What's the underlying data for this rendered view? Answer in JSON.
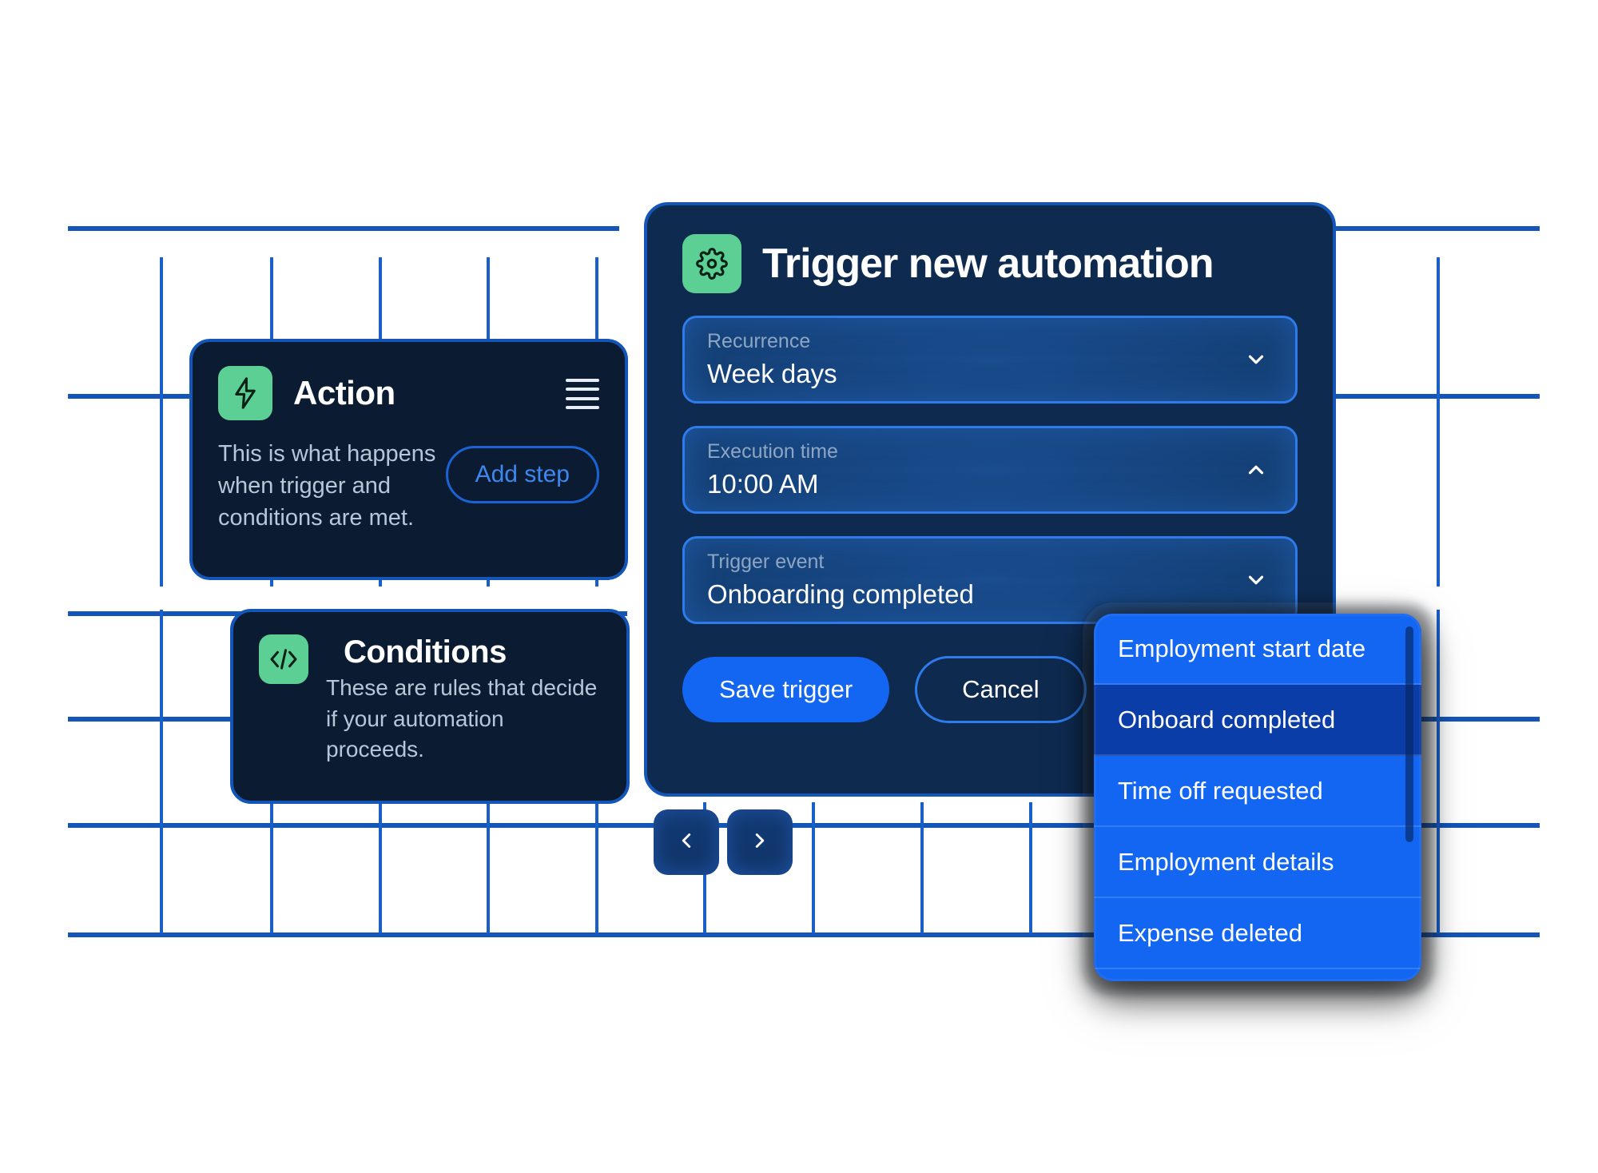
{
  "theme": {
    "grid_line": "#1356b8",
    "card_bg": "#0b1c32",
    "modal_bg": "#0e2a4f",
    "accent_green": "#5ccf95",
    "accent_blue": "#1266f2",
    "selected_blue": "#0a3da8",
    "label_gray": "#8da6c4"
  },
  "action_card": {
    "icon": "lightning-bolt-icon",
    "title": "Action",
    "menu_icon": "hamburger-menu-icon",
    "description": "This is what happens when trigger and conditions are met.",
    "add_step_label": "Add step"
  },
  "conditions_card": {
    "icon": "code-brackets-icon",
    "title": "Conditions",
    "description": "These are rules that decide if your automation proceeds."
  },
  "modal": {
    "icon": "gear-icon",
    "title": "Trigger new automation",
    "fields": [
      {
        "label": "Recurrence",
        "value": "Week days",
        "chevron": "chevron-down-icon"
      },
      {
        "label": "Execution time",
        "value": "10:00 AM",
        "chevron": "chevron-up-icon"
      },
      {
        "label": "Trigger event",
        "value": "Onboarding completed",
        "chevron": "chevron-down-icon"
      }
    ],
    "save_label": "Save trigger",
    "cancel_label": "Cancel"
  },
  "pager": {
    "prev_icon": "chevron-left-icon",
    "next_icon": "chevron-right-icon"
  },
  "dropdown": {
    "items": [
      {
        "label": "Employment start date",
        "selected": false
      },
      {
        "label": "Onboard completed",
        "selected": true
      },
      {
        "label": "Time off requested",
        "selected": false
      },
      {
        "label": "Employment details",
        "selected": false
      },
      {
        "label": "Expense deleted",
        "selected": false
      }
    ]
  }
}
